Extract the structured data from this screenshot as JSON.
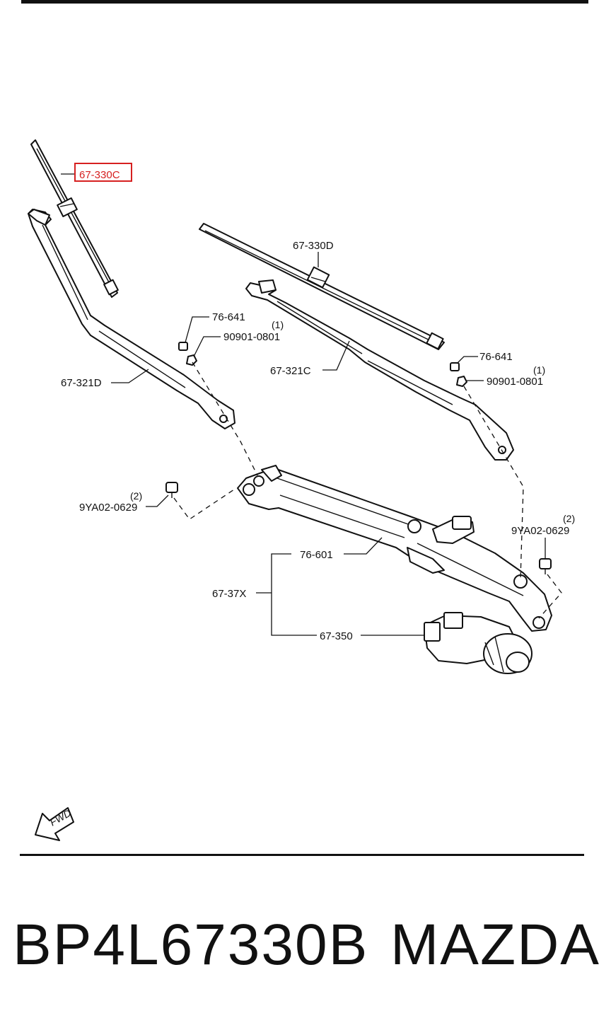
{
  "callouts": {
    "blade_left": "67-330C",
    "blade_right": "67-330D",
    "arm_left": "67-321D",
    "arm_right": "67-321C",
    "cap_left": "76-641",
    "cap_right": "76-641",
    "nut_left": "90901-0801",
    "nut_left_qty": "(1)",
    "nut_right": "90901-0801",
    "nut_right_qty": "(1)",
    "bolt_left": "9YA02-0629",
    "bolt_left_qty": "(2)",
    "bolt_right": "9YA02-0629",
    "bolt_right_qty": "(2)",
    "linkage": "76-601",
    "assembly": "67-37X",
    "motor": "67-350"
  },
  "highlight_color": "#d62020",
  "fwd_label": "FWD",
  "footer": {
    "part_number": "BP4L67330B",
    "brand": "MAZDA"
  }
}
